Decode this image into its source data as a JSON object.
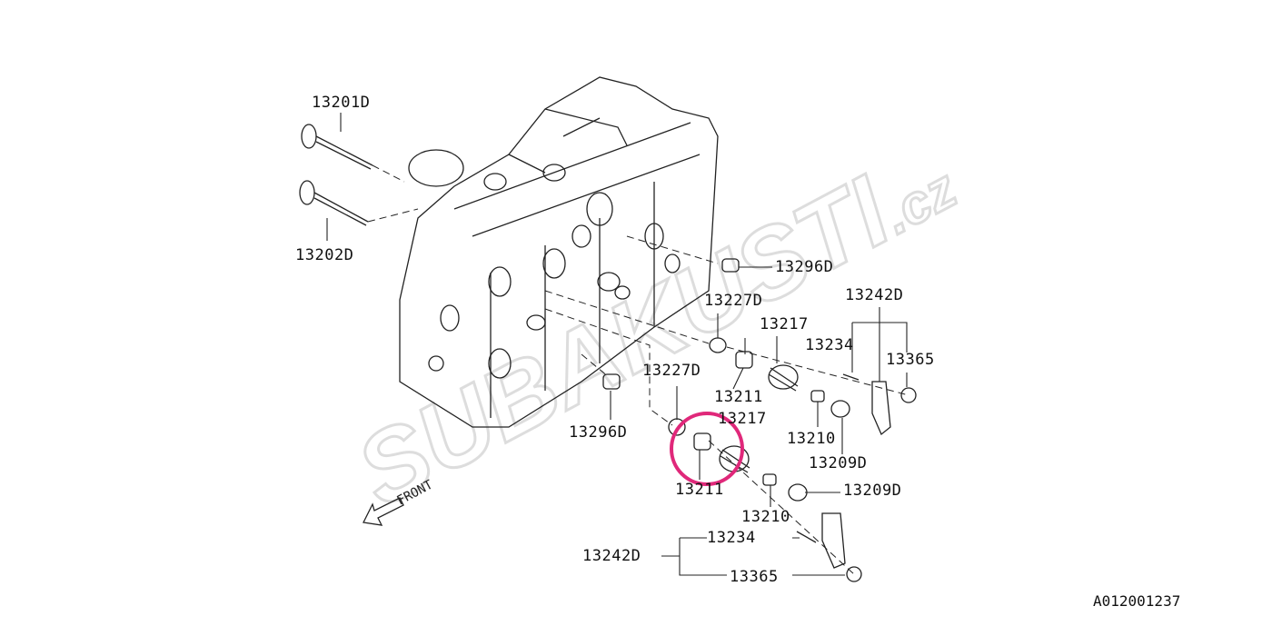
{
  "diagram": {
    "parts": {
      "p13201D": "13201D",
      "p13202D": "13202D",
      "p13296D_a": "13296D",
      "p13227D_a": "13227D",
      "p13242D_a": "13242D",
      "p13217_a": "13217",
      "p13234_a": "13234",
      "p13365_a": "13365",
      "p13227D_b": "13227D",
      "p13211_a": "13211",
      "p13217_b": "13217",
      "p13296D_b": "13296D",
      "p13210_a": "13210",
      "p13209D_a": "13209D",
      "p13211_b": "13211",
      "p13209D_b": "13209D",
      "p13210_b": "13210",
      "p13234_b": "13234",
      "p13242D_b": "13242D",
      "p13365_b": "13365"
    },
    "front_label": "FRONT",
    "reference": "A012001237",
    "watermark": "SUBAKUSTI.cz",
    "highlight_color": "#e0287a"
  }
}
